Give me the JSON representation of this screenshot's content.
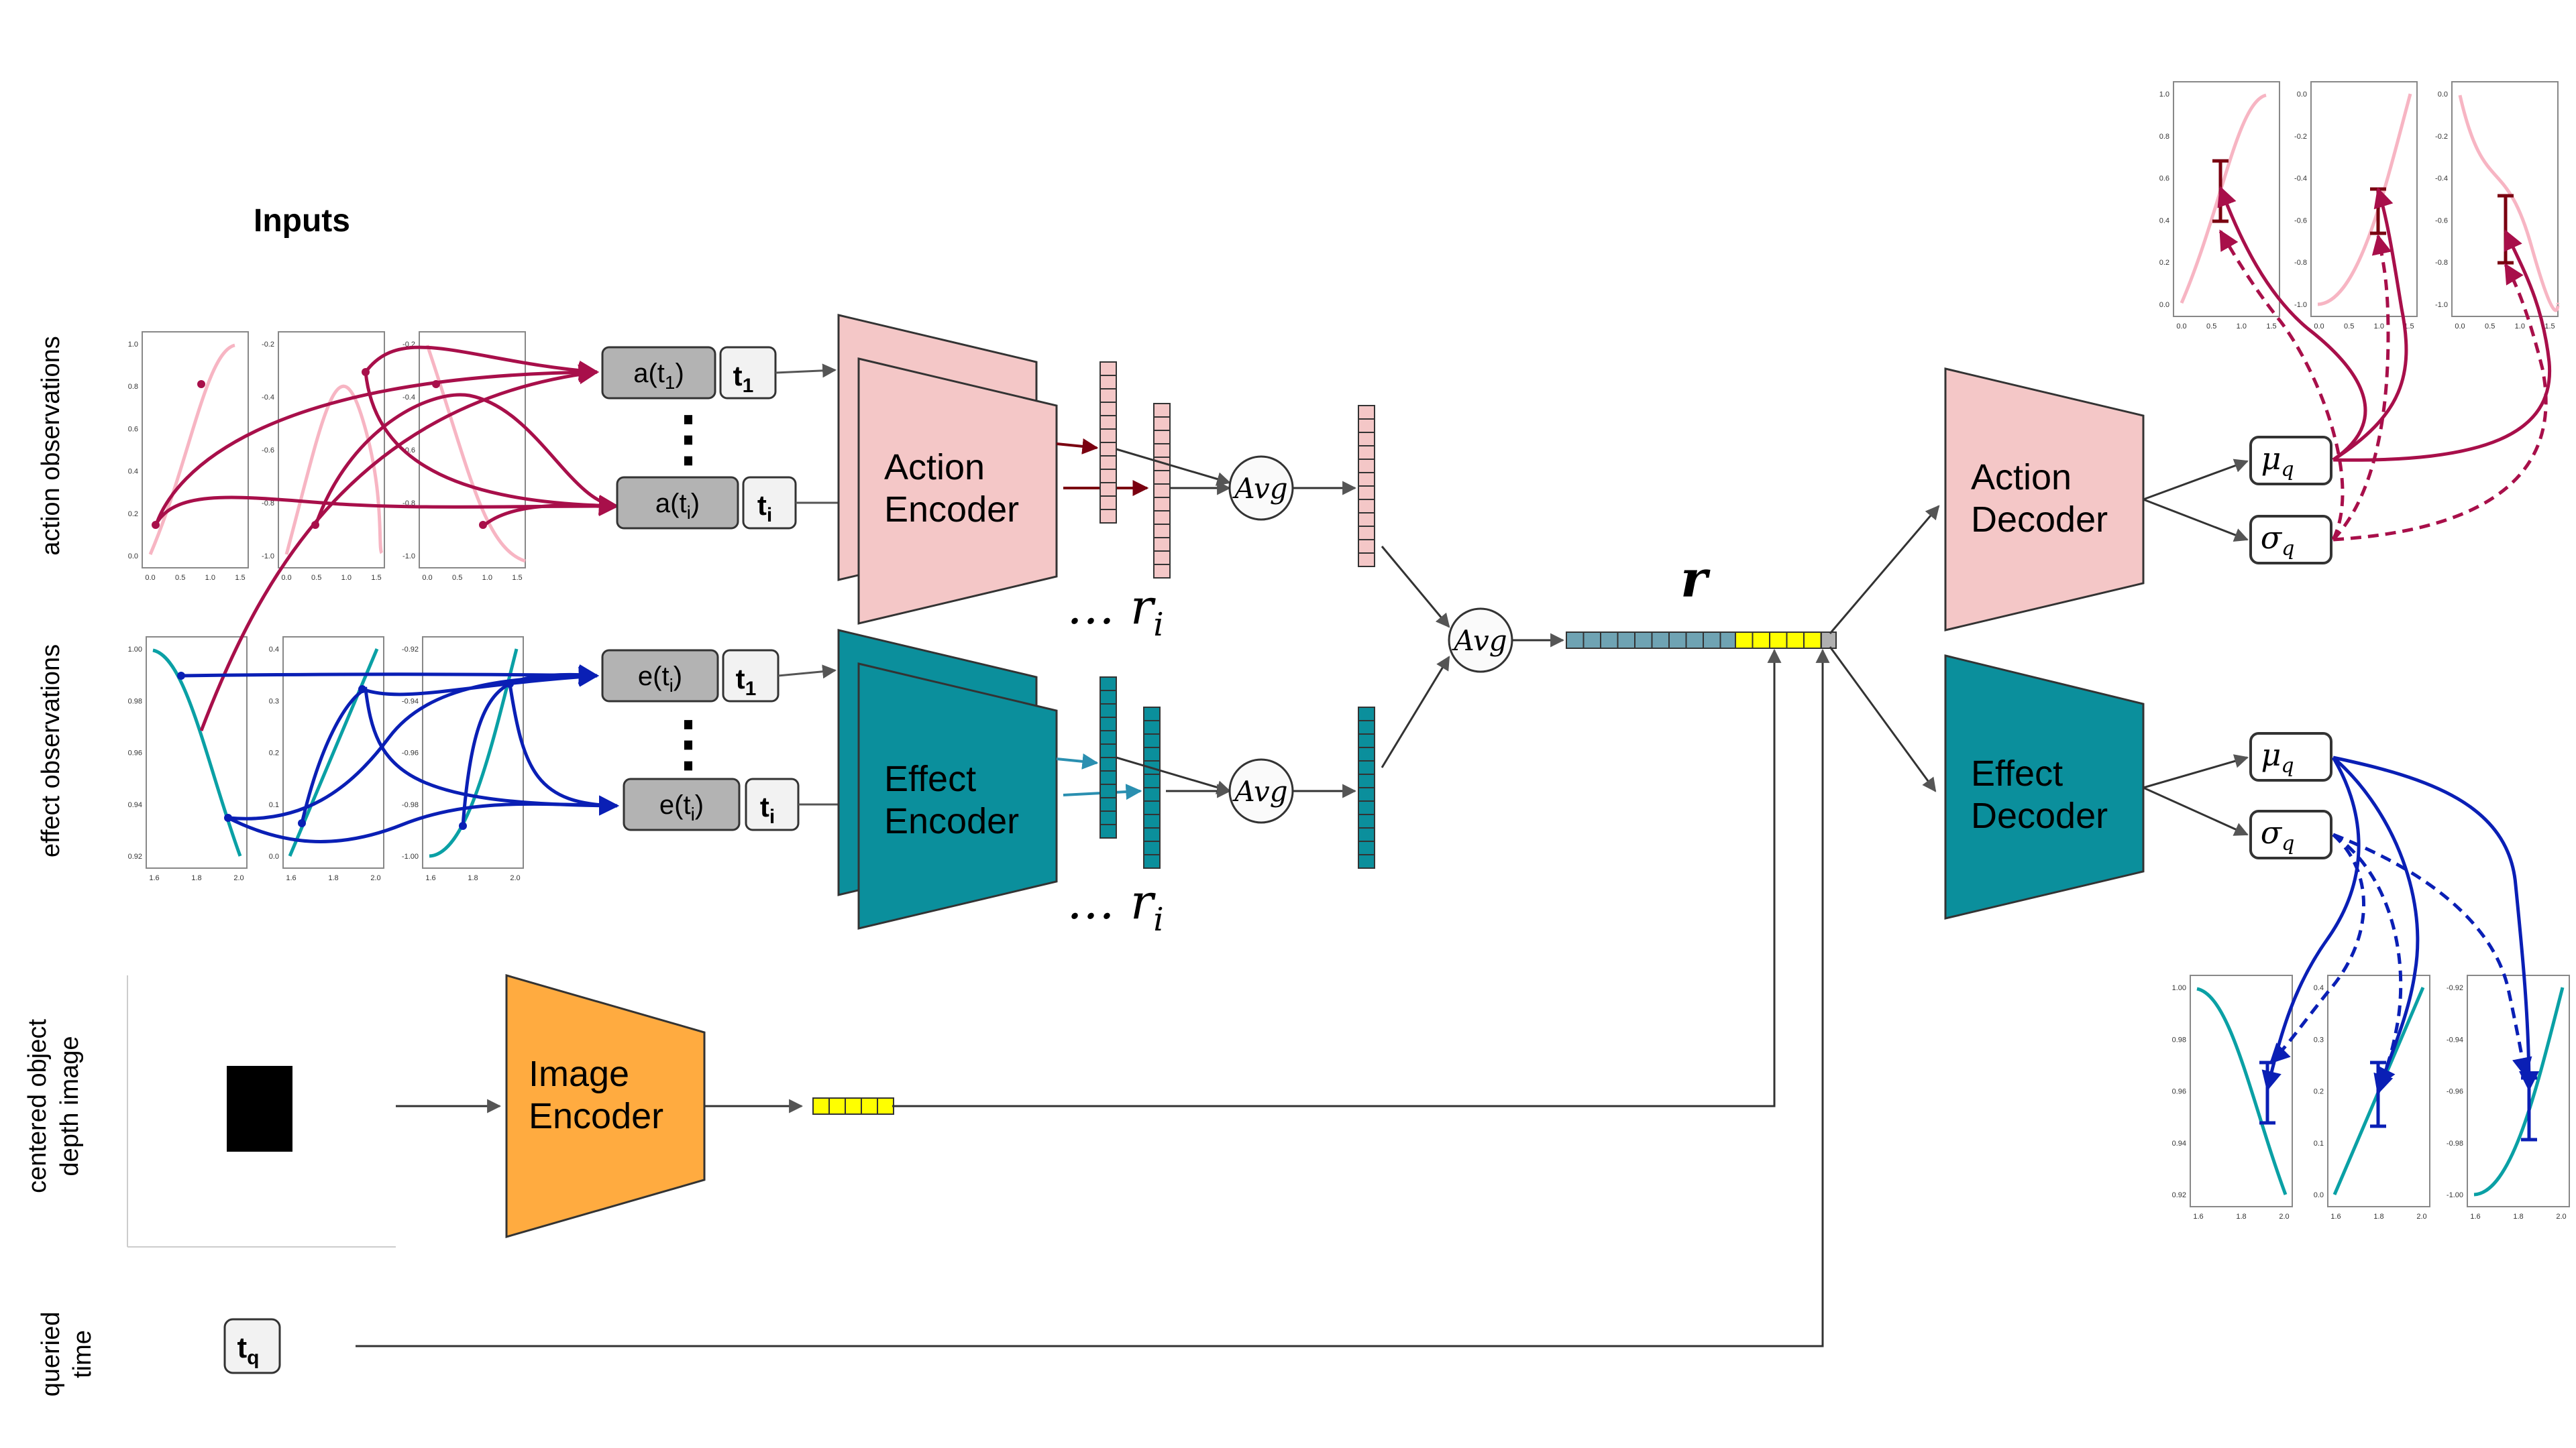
{
  "inputs_heading": "Inputs",
  "side_labels": {
    "action": "action observations",
    "effect": "effect observations",
    "image_line1": "centered object",
    "image_line2": "depth image",
    "time_line1": "queried",
    "time_line2": "time"
  },
  "tokens": {
    "a_t1": "a(t",
    "a_ti": "a(t",
    "e_t1": "e(t",
    "e_ti": "e(t",
    "sub_1": "1",
    "sub_i": "i",
    "close": ")",
    "t": "t",
    "tq_sub": "q",
    "dots": "⋮"
  },
  "blocks": {
    "action_encoder": [
      "Action",
      "Encoder"
    ],
    "effect_encoder": [
      "Effect",
      "Encoder"
    ],
    "image_encoder": [
      "Image",
      "Encoder"
    ],
    "action_decoder": [
      "Action",
      "Decoder"
    ],
    "effect_decoder": [
      "Effect",
      "Decoder"
    ]
  },
  "math": {
    "avg": "Avg",
    "r": "r",
    "r_i": "… r",
    "r_i_sub": "i",
    "mu": "μ",
    "sigma": "σ",
    "q": "q"
  },
  "colors": {
    "action_fill": "#f4c7c7",
    "effect_fill": "#0b8f9c",
    "image_fill": "#ffab40",
    "action_curve": "#f7b5c3",
    "action_arrow": "#a80f4a",
    "effect_curve": "#0aa0a5",
    "effect_arrow": "#0a1fb5",
    "latent_fill": "#6fa3b3",
    "latent_yellow": "#ffff00",
    "dark_red_arrow": "#7a0010"
  },
  "plots": {
    "input_action": [
      {
        "xticks": [
          "0.0",
          "0.5",
          "1.0",
          "1.5"
        ],
        "yticks": [
          "1.0",
          "0.8",
          "0.6",
          "0.4",
          "0.2",
          "0.0"
        ]
      },
      {
        "xticks": [
          "0.0",
          "0.5",
          "1.0",
          "1.5"
        ],
        "yticks": [
          "-0.2",
          "-0.4",
          "-0.6",
          "-0.8",
          "-1.0"
        ]
      },
      {
        "xticks": [
          "0.0",
          "0.5",
          "1.0",
          "1.5"
        ],
        "yticks": [
          "-0.2",
          "-0.4",
          "-0.6",
          "-0.8",
          "-1.0"
        ]
      }
    ],
    "input_effect": [
      {
        "xticks": [
          "1.6",
          "1.8",
          "2.0"
        ],
        "yticks": [
          "1.00",
          "0.98",
          "0.96",
          "0.94",
          "0.92"
        ]
      },
      {
        "xticks": [
          "1.6",
          "1.8",
          "2.0"
        ],
        "yticks": [
          "0.4",
          "0.3",
          "0.2",
          "0.1",
          "0.0"
        ]
      },
      {
        "xticks": [
          "1.6",
          "1.8",
          "2.0"
        ],
        "yticks": [
          "-0.92",
          "-0.94",
          "-0.96",
          "-0.98",
          "-1.00"
        ]
      }
    ],
    "output_action": [
      {
        "xticks": [
          "0.0",
          "0.5",
          "1.0",
          "1.5"
        ],
        "yticks": [
          "1.0",
          "0.8",
          "0.6",
          "0.4",
          "0.2",
          "0.0"
        ]
      },
      {
        "xticks": [
          "0.0",
          "0.5",
          "1.0",
          "1.5"
        ],
        "yticks": [
          "0.0",
          "-0.2",
          "-0.4",
          "-0.6",
          "-0.8",
          "-1.0"
        ]
      },
      {
        "xticks": [
          "0.0",
          "0.5",
          "1.0",
          "1.5"
        ],
        "yticks": [
          "0.0",
          "-0.2",
          "-0.4",
          "-0.6",
          "-0.8",
          "-1.0"
        ]
      }
    ],
    "output_effect": [
      {
        "xticks": [
          "1.6",
          "1.8",
          "2.0"
        ],
        "yticks": [
          "1.00",
          "0.98",
          "0.96",
          "0.94",
          "0.92"
        ]
      },
      {
        "xticks": [
          "1.6",
          "1.8",
          "2.0"
        ],
        "yticks": [
          "0.4",
          "0.3",
          "0.2",
          "0.1",
          "0.0"
        ]
      },
      {
        "xticks": [
          "1.6",
          "1.8",
          "2.0"
        ],
        "yticks": [
          "-0.92",
          "-0.94",
          "-0.96",
          "-0.98",
          "-1.00"
        ]
      }
    ]
  }
}
